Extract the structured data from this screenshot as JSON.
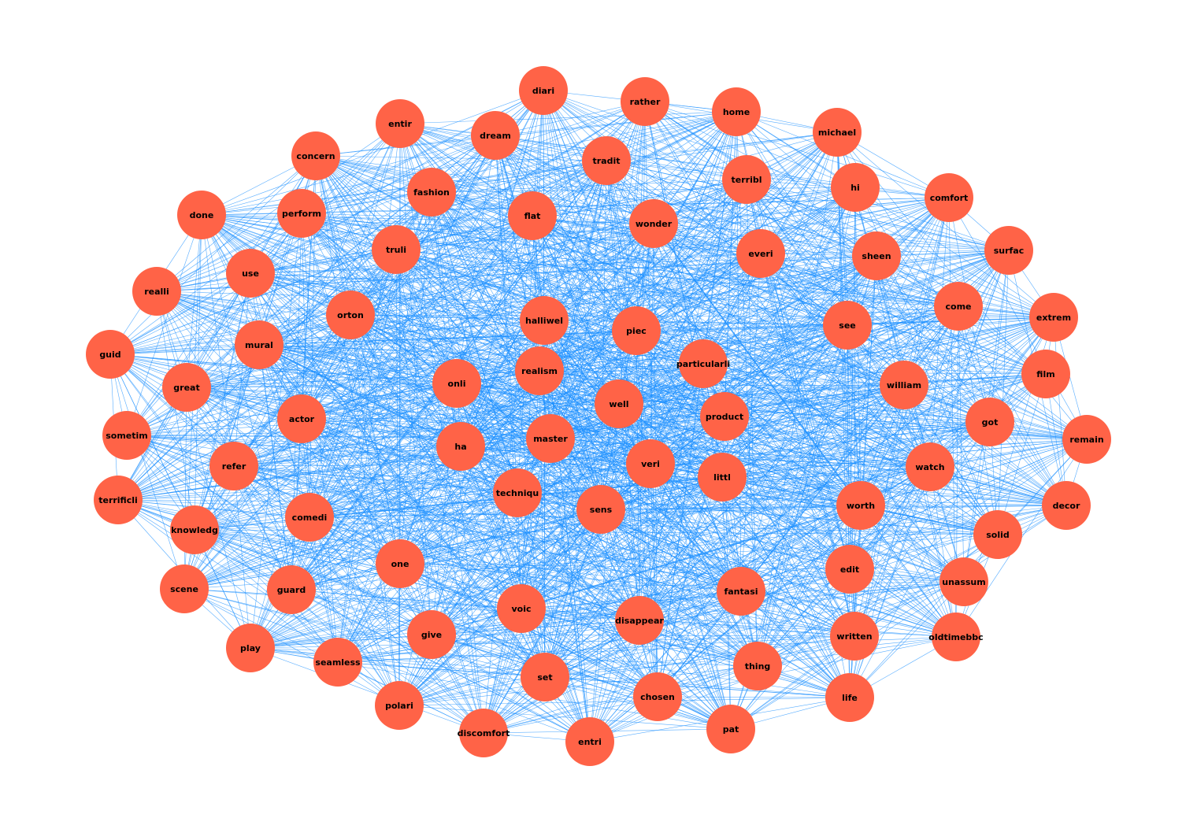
{
  "colors": {
    "node_fill": "#ff6347",
    "edge_stroke": "#1e90ff",
    "label_text": "#000000",
    "background": "#ffffff"
  },
  "graph": {
    "layout": "force-directed, dense; nearly every node pair connected",
    "nodes": [
      "diari",
      "rather",
      "home",
      "michael",
      "entir",
      "dream",
      "tradit",
      "terribl",
      "hi",
      "comfort",
      "concern",
      "fashion",
      "flat",
      "wonder",
      "done",
      "perform",
      "surfac",
      "everi",
      "sheen",
      "truli",
      "use",
      "realli",
      "come",
      "extrem",
      "orton",
      "halliwel",
      "piec",
      "see",
      "mural",
      "guid",
      "particularli",
      "realism",
      "great",
      "onli",
      "film",
      "william",
      "well",
      "product",
      "actor",
      "got",
      "sometim",
      "remain",
      "master",
      "ha",
      "refer",
      "veri",
      "watch",
      "littl",
      "terrificli",
      "techniqu",
      "sens",
      "worth",
      "decor",
      "comedi",
      "knowledg",
      "solid",
      "one",
      "edit",
      "unassum",
      "scene",
      "guard",
      "fantasi",
      "voic",
      "disappear",
      "give",
      "written",
      "play",
      "oldtimebbc",
      "seamless",
      "thing",
      "set",
      "chosen",
      "polari",
      "life",
      "discomfort",
      "entri",
      "pat"
    ]
  }
}
